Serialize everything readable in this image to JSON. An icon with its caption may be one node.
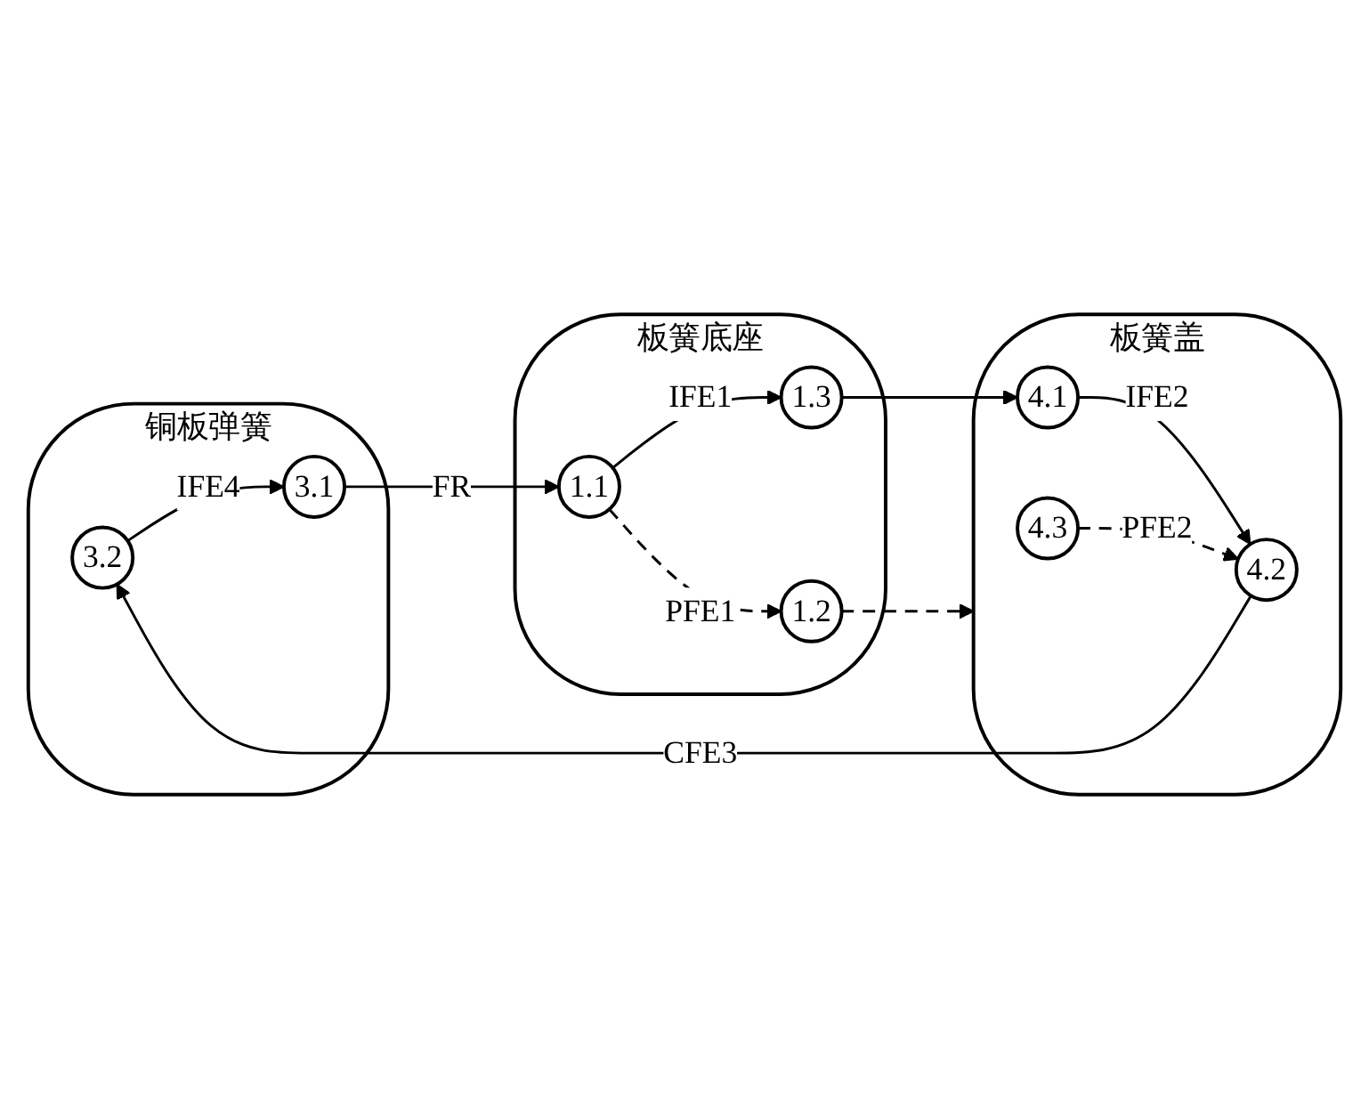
{
  "diagram": {
    "nodes": [
      {
        "text": [
          "铜板弹簧"
        ]
      },
      {
        "text": [
          "3.2"
        ],
        "in": 0
      },
      {
        "text": [
          "3.1"
        ],
        "in": 0
      },
      {
        "text": [
          "板簧盖"
        ]
      },
      {
        "text": [
          "4.2"
        ],
        "in": 3
      },
      {
        "text": [
          "4.3"
        ],
        "in": 3
      },
      {
        "text": [
          "4.1"
        ],
        "in": 3
      },
      {
        "text": [
          "板簧底座"
        ]
      },
      {
        "text": [
          "1.1"
        ],
        "in": 7
      },
      {
        "text": [
          "1.3"
        ],
        "in": 7
      },
      {
        "text": [
          "1.2"
        ],
        "in": 7
      }
    ],
    "edges": [
      {
        "from": 4,
        "to": 1,
        "arrow": "to",
        "label": "CFE3"
      },
      {
        "from": 1,
        "to": 2,
        "arrow": "to",
        "label": "IFE4"
      },
      {
        "from": 2,
        "to": 8,
        "arrow": "to",
        "label": "FR"
      },
      {
        "from": 8,
        "to": 9,
        "arrow": "to",
        "label": "IFE1"
      },
      {
        "from": 8,
        "to": 10,
        "arrow": "to",
        "label": "PFE1",
        "style": "dashed"
      },
      {
        "from": 9,
        "to": 6,
        "arrow": "to"
      },
      {
        "from": 6,
        "to": 4,
        "arrow": "to",
        "label": "IFE2"
      },
      {
        "from": 5,
        "to": 4,
        "arrow": "to",
        "label": "PFE2",
        "style": "dashed"
      },
      {
        "from": 10,
        "to": 3,
        "arrow": "to",
        "style": "dashed"
      }
    ]
  }
}
